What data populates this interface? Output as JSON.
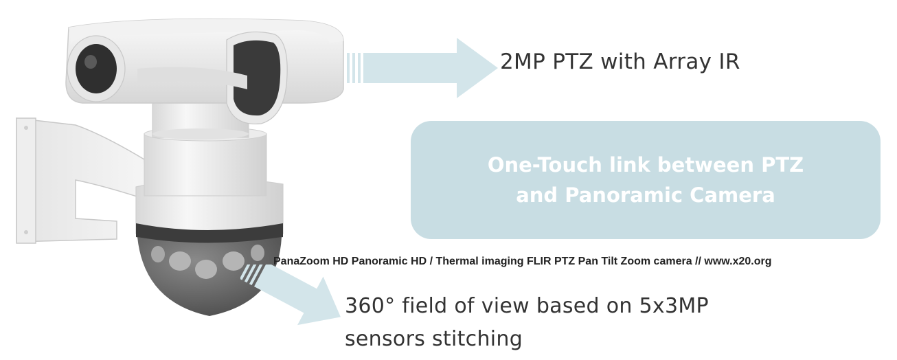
{
  "ptz_label": "2MP PTZ with Array IR",
  "link_box": {
    "line1": "One-Touch link between PTZ",
    "line2": "and Panoramic Camera"
  },
  "caption": "PanaZoom HD Panoramic HD / Thermal imaging FLIR PTZ Pan Tilt Zoom camera // www.x20.org",
  "fov_label": {
    "line1": "360° field of view based on 5x3MP",
    "line2": "sensors stitching"
  },
  "colors": {
    "arrow": "#d3e5ea",
    "box": "#c8dde3",
    "box_text": "#ffffff",
    "label_text": "#333333"
  },
  "icons": {
    "camera": "ptz-panoramic-camera-illustration",
    "arrow_top": "right-arrow-icon",
    "arrow_bottom": "diagonal-arrow-icon"
  }
}
